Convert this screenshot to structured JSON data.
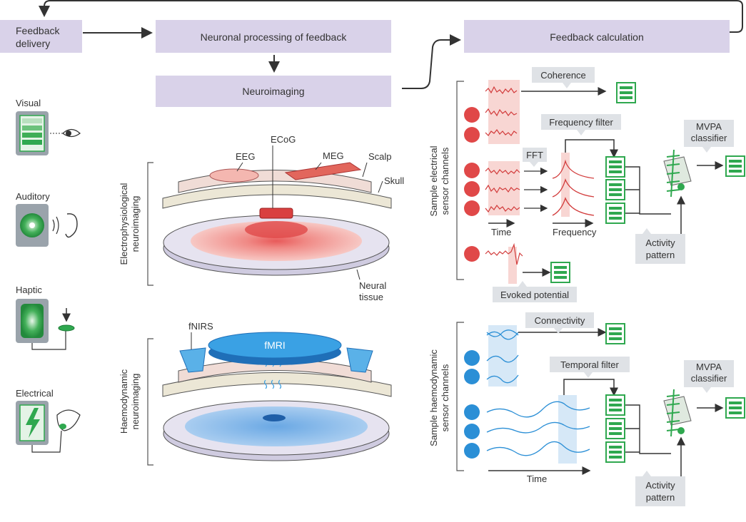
{
  "colors": {
    "header_bg": "#d9d2e9",
    "header_text": "#333333",
    "label_box": "#dfe2e6",
    "electrical_red": "#e04848",
    "haemo_blue": "#2b8fd6",
    "feedback_green": "#2fa84f",
    "arrow": "#333333"
  },
  "header": {
    "feedback_delivery": [
      "Feedback",
      "delivery"
    ],
    "neuronal_processing": "Neuronal processing of feedback",
    "neuroimaging": "Neuroimaging",
    "feedback_calculation": "Feedback calculation"
  },
  "modalities": {
    "visual": "Visual",
    "auditory": "Auditory",
    "haptic": "Haptic",
    "electrical": "Electrical"
  },
  "electro": {
    "side_label": [
      "Electrophysiological",
      "neuroimaging"
    ],
    "eeg": "EEG",
    "ecog": "ECoG",
    "meg": "MEG",
    "scalp": "Scalp",
    "skull": "Skull",
    "neural_tissue": [
      "Neural",
      "tissue"
    ]
  },
  "haemo": {
    "side_label": [
      "Haemodynamic",
      "neuroimaging"
    ],
    "fnirs": "fNIRS",
    "fmri": "fMRI"
  },
  "electrical_analysis": {
    "side_label": [
      "Sample electrical",
      "sensor channels"
    ],
    "coherence": "Coherence",
    "frequency_filter": "Frequency filter",
    "fft": "FFT",
    "time": "Time",
    "frequency": "Frequency",
    "evoked_potential": "Evoked potential",
    "mvpa": [
      "MVPA",
      "classifier"
    ],
    "activity_pattern": [
      "Activity",
      "pattern"
    ]
  },
  "haemo_analysis": {
    "side_label": [
      "Sample haemodynamic",
      "sensor channels"
    ],
    "connectivity": "Connectivity",
    "temporal_filter": "Temporal filter",
    "time": "Time",
    "mvpa": [
      "MVPA",
      "classifier"
    ],
    "activity_pattern": [
      "Activity",
      "pattern"
    ]
  }
}
